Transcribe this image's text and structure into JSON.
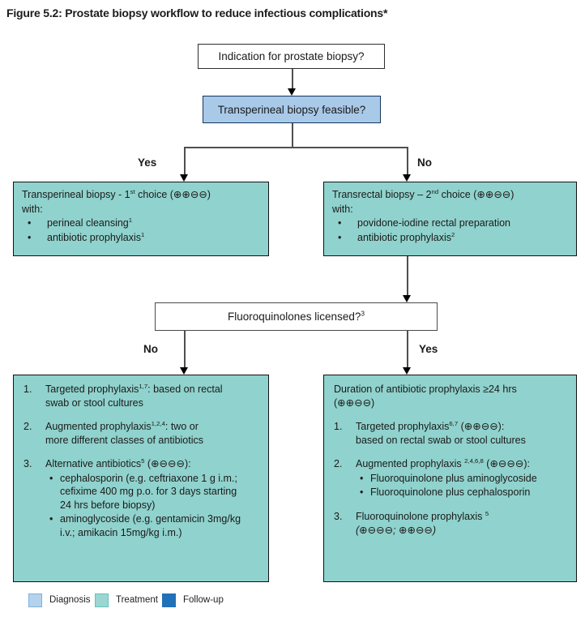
{
  "title": "Figure 5.2: Prostate biopsy workflow to reduce infectious complications*",
  "nodes": {
    "indication": {
      "label": "Indication for prostate biopsy?"
    },
    "feasible": {
      "label": "Transperineal biopsy feasible?"
    },
    "transperineal": {
      "title": "Transperineal biopsy - 1^{st} choice (⊕⊕⊖⊖)",
      "with_label": "with:",
      "bullets": [
        "perineal cleansing^{1}",
        "antibiotic prophylaxis^{1}"
      ]
    },
    "transrectal": {
      "title": "Transrectal biopsy – 2^{nd} choice (⊕⊕⊖⊖)",
      "with_label": "with:",
      "bullets": [
        "povidone-iodine rectal preparation",
        "antibiotic prophylaxis^{2}"
      ]
    },
    "fluoroquinolones": {
      "label": "Fluoroquinolones licensed?^{3}"
    },
    "no_branch_box": {
      "items": [
        {
          "num": "1.",
          "text": "Targeted prophylaxis^{1,7}: based on rectal\nswab or stool cultures"
        },
        {
          "num": "2.",
          "text": "Augmented prophylaxis^{1,2,4}: two or\nmore different classes of antibiotics"
        },
        {
          "num": "3.",
          "text": "Alternative antibiotics^{5} (⊕⊖⊖⊖):",
          "subs": [
            "cephalosporin (e.g. ceftriaxone 1 g i.m.;\ncefixime 400 mg p.o. for 3 days starting\n24 hrs before biopsy)",
            "aminoglycoside (e.g. gentamicin 3mg/kg\ni.v.; amikacin 15mg/kg i.m.)"
          ]
        }
      ]
    },
    "yes_branch_box": {
      "header": "Duration of antibiotic prophylaxis ≥24 hrs\n(⊕⊕⊖⊖)",
      "items": [
        {
          "num": "1.",
          "text": "Targeted prophylaxis^{6,7} (⊕⊕⊖⊖):\nbased on rectal swab or stool cultures"
        },
        {
          "num": "2.",
          "text": "Augmented prophylaxis ^{2,4,6,8} (⊕⊖⊖⊖):",
          "subs": [
            "Fluoroquinolone plus aminoglycoside",
            "Fluoroquinolone plus cephalosporin"
          ]
        },
        {
          "num": "3.",
          "text": "Fluoroquinolone prophylaxis ^{5}",
          "italic": "(⊕⊖⊖⊖; ⊕⊕⊖⊖)"
        }
      ]
    }
  },
  "branch_labels": {
    "yes_top": "Yes",
    "no_top": "No",
    "no_bottom": "No",
    "yes_bottom": "Yes"
  },
  "legend": {
    "items": [
      {
        "label": "Diagnosis",
        "fill": "#b5d2ec",
        "border": "#7fb0dd"
      },
      {
        "label": "Treatment",
        "fill": "#9bd6d2",
        "border": "#66c1bb"
      },
      {
        "label": "Follow-up",
        "fill": "#2071b8",
        "border": "#2071b8"
      }
    ]
  },
  "colors": {
    "diagnosis_box_fill": "#a9c9e9",
    "diagnosis_box_border": "#17365d",
    "treatment_box_fill": "#90d2cd",
    "treatment_box_border": "#121212",
    "connector": "#4f4f4f",
    "arrowhead": "#000000"
  }
}
